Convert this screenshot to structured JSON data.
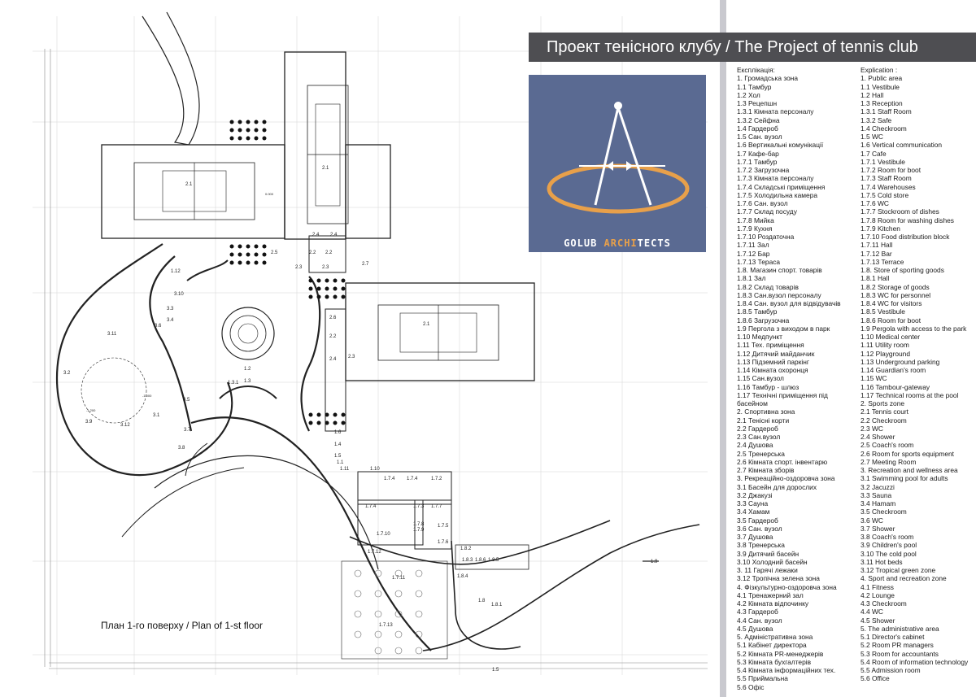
{
  "title": "Проект тенісного клубу / The Project of tennis club",
  "logo": {
    "text_main": "GOLUB ",
    "text_accent_1": "ARCHI",
    "text_accent_2": "TECTS",
    "text_end": ""
  },
  "plan_caption": "План 1-го поверху / Plan of 1-st floor",
  "colors": {
    "panel_divider": "#c9c9cf",
    "title_bar": "#4e4e52",
    "logo_bg": "#5a6a92",
    "logo_accent": "#e8a04a"
  },
  "legend_ua": [
    "Експлікація:",
    "1. Громадська зона",
    "1.1 Тамбур",
    "1.2 Хол",
    "1.3  Рецепшн",
    "1.3.1  Кімната персоналу",
    "1.3.2 Сейфна",
    "1.4 Гардероб",
    "1.5 Сан. вузол",
    "1.6 Вертикальні комунікації",
    "1.7 Кафе-бар",
    "1.7.1 Тамбур",
    "1.7.2 Загрузочна",
    "1.7.3  Кімната персоналу",
    "1.7.4 Складські приміщення",
    "1.7.5 Холодильна камера",
    "1.7.6 Сан. вузол",
    "1.7.7 Склад посуду",
    "1.7.8 Мийка",
    "1.7.9 Кухня",
    "1.7.10 Роздаточна",
    "1.7.11 Зал",
    "1.7.12 Бар",
    "1.7.13 Тераса",
    "1.8. Магазин спорт. товарів",
    "1.8.1  Зал",
    "1.8.2 Склад товарів",
    "1.8.3 Сан.вузол персоналу",
    "1.8.4 Сан. вузол для відвідувачів",
    "1.8.5 Тамбур",
    "1.8.6 Загрузочна",
    "1.9 Пергола з виходом в парк",
    "1.10 Медпункт",
    "1.11 Тех. приміщення",
    "1.12 Дитячий майданчик",
    "1.13 Підземний паркінг",
    "1.14 Кімната охоронця",
    "1.15 Сан.вузол",
    "1.16 Тамбур - шлюз",
    "1.17 Технічні приміщення під басейном",
    "2. Спортивна зона",
    "2.1 Тенісні корти",
    "2.2 Гардероб",
    "2.3 Сан.вузол",
    "2.4 Душова",
    "2.5 Тренерська",
    "2.6 Кімната спорт. інвентарю",
    "2.7 Кімната зборів",
    "3.  Рекреаційно-оздоровча зона",
    "3.1 Басейн для дорослих",
    "3.2 Джакузі",
    "3.3 Сауна",
    "3.4 Хамам",
    "3.5 Гардероб",
    "3.6 Сан. вузол",
    "3.7 Душова",
    "3.8 Тренерська",
    "3.9 Дитячий басейн",
    "3.10 Холодний басейн",
    "3. 11 Гарячі лежаки",
    "3.12 Тропічна зелена зона",
    "4.  Фізкультурно-оздоровча зона",
    "4.1 Тренажерний зал",
    "4.2 Кімната відпочинку",
    "4.3 Гардероб",
    "4.4 Сан. вузол",
    "4.5 Душова",
    "5. Адміністративна зона",
    "5.1  Кабінет директора",
    "5.2 Кімната PR-менеджерів",
    "5.3  Кімната бухгалтерів",
    "5.4 Кімната інформаційних тех.",
    "5.5  Приймальна",
    "5.6 Офіс"
  ],
  "legend_en": [
    "Explication :",
    "1. Public area",
    "1.1 Vestibule",
    "1.2 Hall",
    "1.3 Reception",
    "1.3.1 Staff Room",
    "1.3.2 Safe",
    "1.4 Checkroom",
    "1.5 WC",
    "1.6 Vertical communication",
    "1.7 Cafe",
    "1.7.1 Vestibule",
    "1.7.2 Room  for boot",
    "1.7.3 Staff Room",
    "1.7.4 Warehouses",
    "1.7.5 Cold store",
    "1.7.6 WC",
    "1.7.7 Stockroom of dishes",
    "1.7.8 Room for washing dishes",
    "1.7.9 Kitchen",
    "1.7.10 Food distribution block",
    "1.7.11 Hall",
    "1.7.12 Bar",
    "1.7.13 Terrace",
    "1.8. Store of sporting goods",
    "1.8.1 Hall",
    "1.8.2 Storage of  goods",
    "1.8.3 WC for personnel",
    "1.8.4 WC for visitors",
    "1.8.5 Vestibule",
    "1.8.6 Room  for boot",
    "1.9 Pergola with access to the park",
    "1.10 Medical center",
    "1.11 Utility room",
    "1.12 Playground",
    "1.13 Underground parking",
    "1.14 Guardian's room",
    "1.15 WC",
    "1.16 Tambour-gateway",
    "1.17 Technical rooms at the pool",
    "2. Sports zone",
    "2.1 Tennis court",
    "2.2 Checkroom",
    "2.3 WC",
    "2.4 Shower",
    "2.5 Coach's room",
    "2.6 Room for sports equipment",
    "2.7 Meeting Room",
    "3. Recreation and wellness area",
    "3.1 Swimming pool for adults",
    "3.2 Jacuzzi",
    "3.3 Sauna",
    "3.4 Hamam",
    "3.5 Checkroom",
    "3.6 WC",
    "3.7 Shower",
    "3.8 Coach's room",
    "3.9 Children's pool",
    "3.10 The cold pool",
    "3.11 Hot beds",
    "3.12 Tropical green zone",
    "4. Sport and recreation zone",
    "4.1 Fitness",
    "4.2 Lounge",
    "4.3 Checkroom",
    "4.4 WC",
    "4.5 Shower",
    "5. The administrative area",
    "5.1 Director's cabinet",
    "5.2 Room PR managers",
    "5.3 Room for accountants",
    "5.4 Room of information technology",
    "5.5 Admission room",
    "5.6 Office"
  ],
  "plan_labels": {
    "court_top": "2.1",
    "court_top_right": "2.1",
    "court_mid": "2.1",
    "pool": "3.1",
    "childpool": "3.9",
    "jacuzzi": "3.2",
    "tropic": "3.12",
    "hall": "1.2",
    "reception": "1.3",
    "staff": "1.3.1",
    "pergola": "1.9",
    "cafe_hall": "1.7.11",
    "terrace": "1.7.13",
    "store": "1.8",
    "store_hall": "1.8.1",
    "meeting": "2.7",
    "coach": "2.5",
    "hotbeds": "3.11",
    "playground": "1.12",
    "rooms_left": [
      "3.10",
      "3.3",
      "3.4",
      "3.6",
      "3.5",
      "3.7",
      "3.8"
    ],
    "rooms_top": [
      "2.4",
      "2.4",
      "2.2",
      "2.2",
      "2.3",
      "2.3"
    ],
    "rooms_right": [
      "2.6",
      "2.2",
      "2.3",
      "2.4"
    ],
    "rooms_cafe": [
      "1.7.4",
      "1.7.4",
      "1.7.2",
      "1.7.4",
      "1.7.3",
      "1.7.7",
      "1.7.8",
      "1.7.10",
      "1.7.9",
      "1.7.5",
      "1.7.6",
      "1.7.12"
    ],
    "rooms_store": [
      "1.8.2",
      "1.8.3",
      "1.8.4",
      "1.8.6",
      "1.8.5"
    ],
    "side": [
      "1.6",
      "1.4",
      "1.5",
      "1.1",
      "1.10",
      "1.11"
    ],
    "corner": "1.5",
    "elev_0": "0.000",
    "elev_1": "-1.000",
    "elev_2": "-1.200"
  }
}
